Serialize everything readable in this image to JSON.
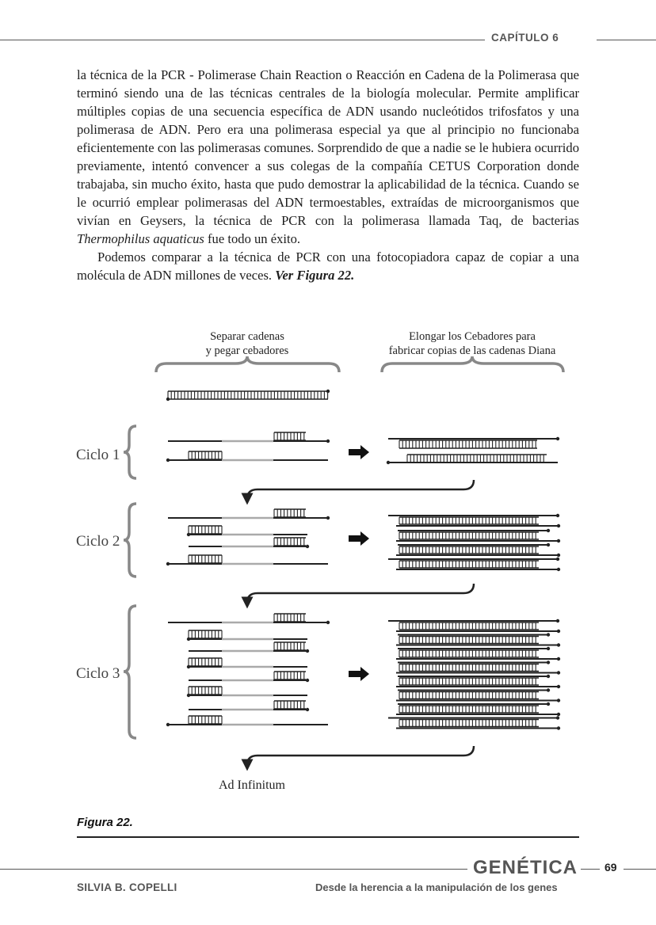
{
  "header": {
    "chapter": "CAPÍTULO 6"
  },
  "body": {
    "p1_a": "la técnica de la PCR - Polimerase Chain Reaction o Reacción en Cadena de la Polimerasa que terminó siendo una de las técnicas centrales de la biología molecular. Permite amplificar múltiples copias de una secuencia específica de ADN usando nucleótidos trifosfatos y una polimerasa de ADN. Pero era una polimerasa especial ya que al principio no funcionaba eficientemente con las polimerasas comunes. Sorprendido de que a nadie se le hubiera ocurrido previamente, intentó convencer a sus colegas de la compañía CETUS Corporation donde trabajaba, sin mucho éxito, hasta que pudo demostrar la aplicabilidad de la técnica. Cuando se le ocurrió emplear polimerasas del ADN termoestables, extraídas de microorganismos que vivían en Geysers, la técnica de PCR con la polimerasa llamada Taq, de bacterias ",
    "p1_italic": "Thermophilus aquaticus",
    "p1_b": " fue todo un éxito.",
    "p2_a": "Podemos comparar a la técnica de PCR con una fotocopiadora capaz de copiar a una molécula de ADN millones de veces. ",
    "p2_ref": "Ver Figura 22."
  },
  "figure": {
    "label_left_1": "Separar cadenas",
    "label_left_2": "y pegar cebadores",
    "label_right_1": "Elongar los Cebadores para",
    "label_right_2": "fabricar copias de las cadenas Diana",
    "cycles": [
      "Ciclo 1",
      "Ciclo 2",
      "Ciclo 3"
    ],
    "end_label": "Ad Infinitum",
    "caption": "Figura 22."
  },
  "footer": {
    "title": "GENÉTICA",
    "page": "69",
    "author": "SILVIA B. COPELLI",
    "subtitle": "Desde la herencia a la manipulación de los genes"
  }
}
